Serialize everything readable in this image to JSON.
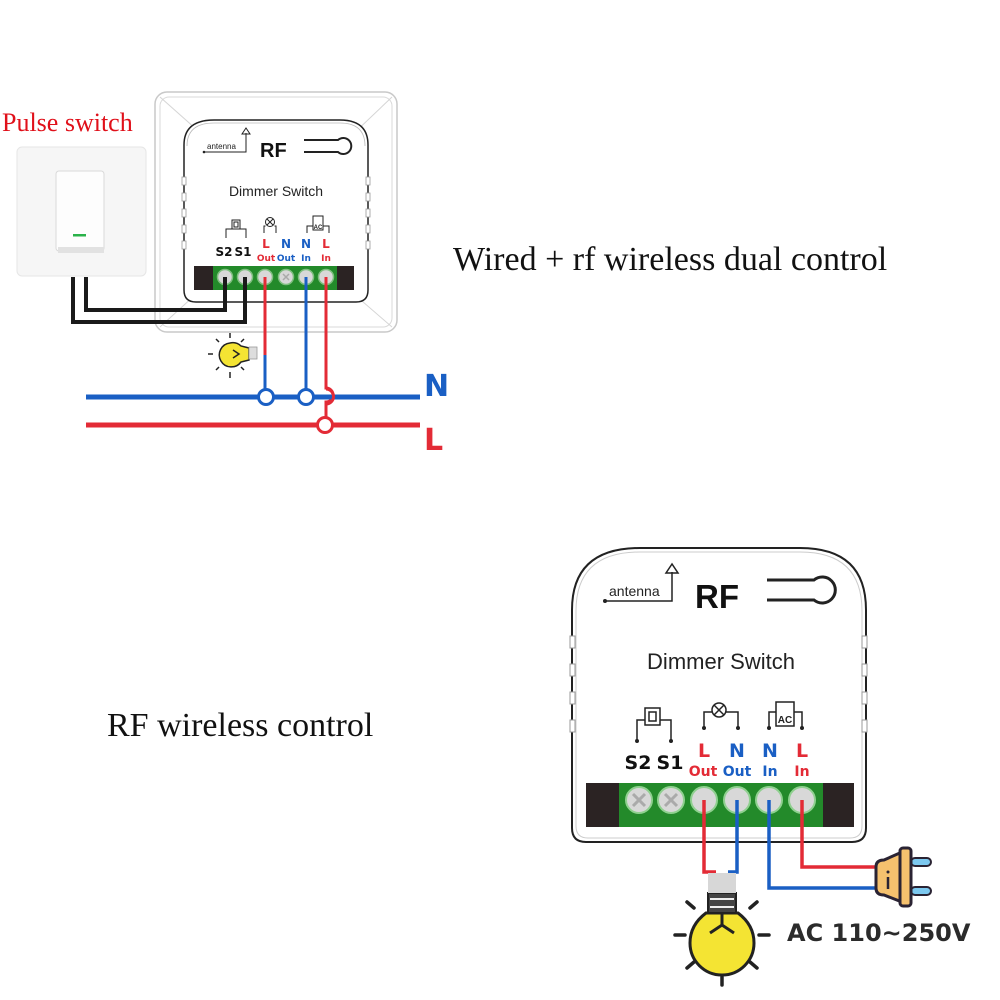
{
  "colors": {
    "red": "#e32b36",
    "blue": "#1a5fc4",
    "black": "#1a1a1a",
    "terminal_green": "#238a2a",
    "terminal_dark": "#2b2323",
    "bulb_yellow": "#f4e433",
    "plug_orange": "#f5c16e",
    "plug_pin": "#7cc8ef",
    "label_red": "#e0101a"
  },
  "top_diagram": {
    "title": "Wired + rf wireless dual control",
    "pulse_switch_label": "Pulse switch",
    "module": {
      "antenna_label": "antenna",
      "rf_label": "RF",
      "name": "Dimmer Switch",
      "terminals": [
        {
          "top": "S2",
          "bottom": "",
          "color": "black"
        },
        {
          "top": "S1",
          "bottom": "",
          "color": "black"
        },
        {
          "top": "L",
          "bottom": "Out",
          "color": "red"
        },
        {
          "top": "N",
          "bottom": "Out",
          "color": "blue"
        },
        {
          "top": "N",
          "bottom": "In",
          "color": "blue"
        },
        {
          "top": "L",
          "bottom": "In",
          "color": "red"
        }
      ],
      "ac_symbol": "AC"
    },
    "bus_labels": {
      "neutral": "N",
      "live": "L"
    }
  },
  "bottom_diagram": {
    "title": "RF wireless control",
    "module": {
      "antenna_label": "antenna",
      "rf_label": "RF",
      "name": "Dimmer Switch",
      "terminals": [
        {
          "top": "S2",
          "bottom": "",
          "color": "black"
        },
        {
          "top": "S1",
          "bottom": "",
          "color": "black"
        },
        {
          "top": "L",
          "bottom": "Out",
          "color": "red"
        },
        {
          "top": "N",
          "bottom": "Out",
          "color": "blue"
        },
        {
          "top": "N",
          "bottom": "In",
          "color": "blue"
        },
        {
          "top": "L",
          "bottom": "In",
          "color": "red"
        }
      ],
      "ac_symbol": "AC"
    },
    "voltage_label": "AC 110~250V"
  }
}
